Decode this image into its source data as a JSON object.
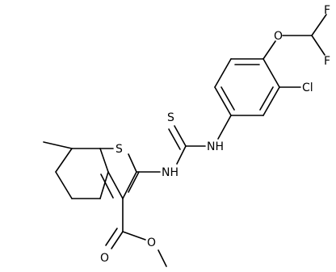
{
  "molecule": {
    "atoms": {
      "s_ring": "S",
      "s_thione": "S",
      "nh_left": "NH",
      "nh_right": "NH",
      "o_ether": "O",
      "o_carbonyl": "O",
      "o_ester": "O",
      "cl": "Cl",
      "f_top": "F",
      "f_bottom": "F"
    }
  },
  "colors": {
    "bond": "#000000",
    "label": "#000000",
    "background": "#ffffff"
  }
}
